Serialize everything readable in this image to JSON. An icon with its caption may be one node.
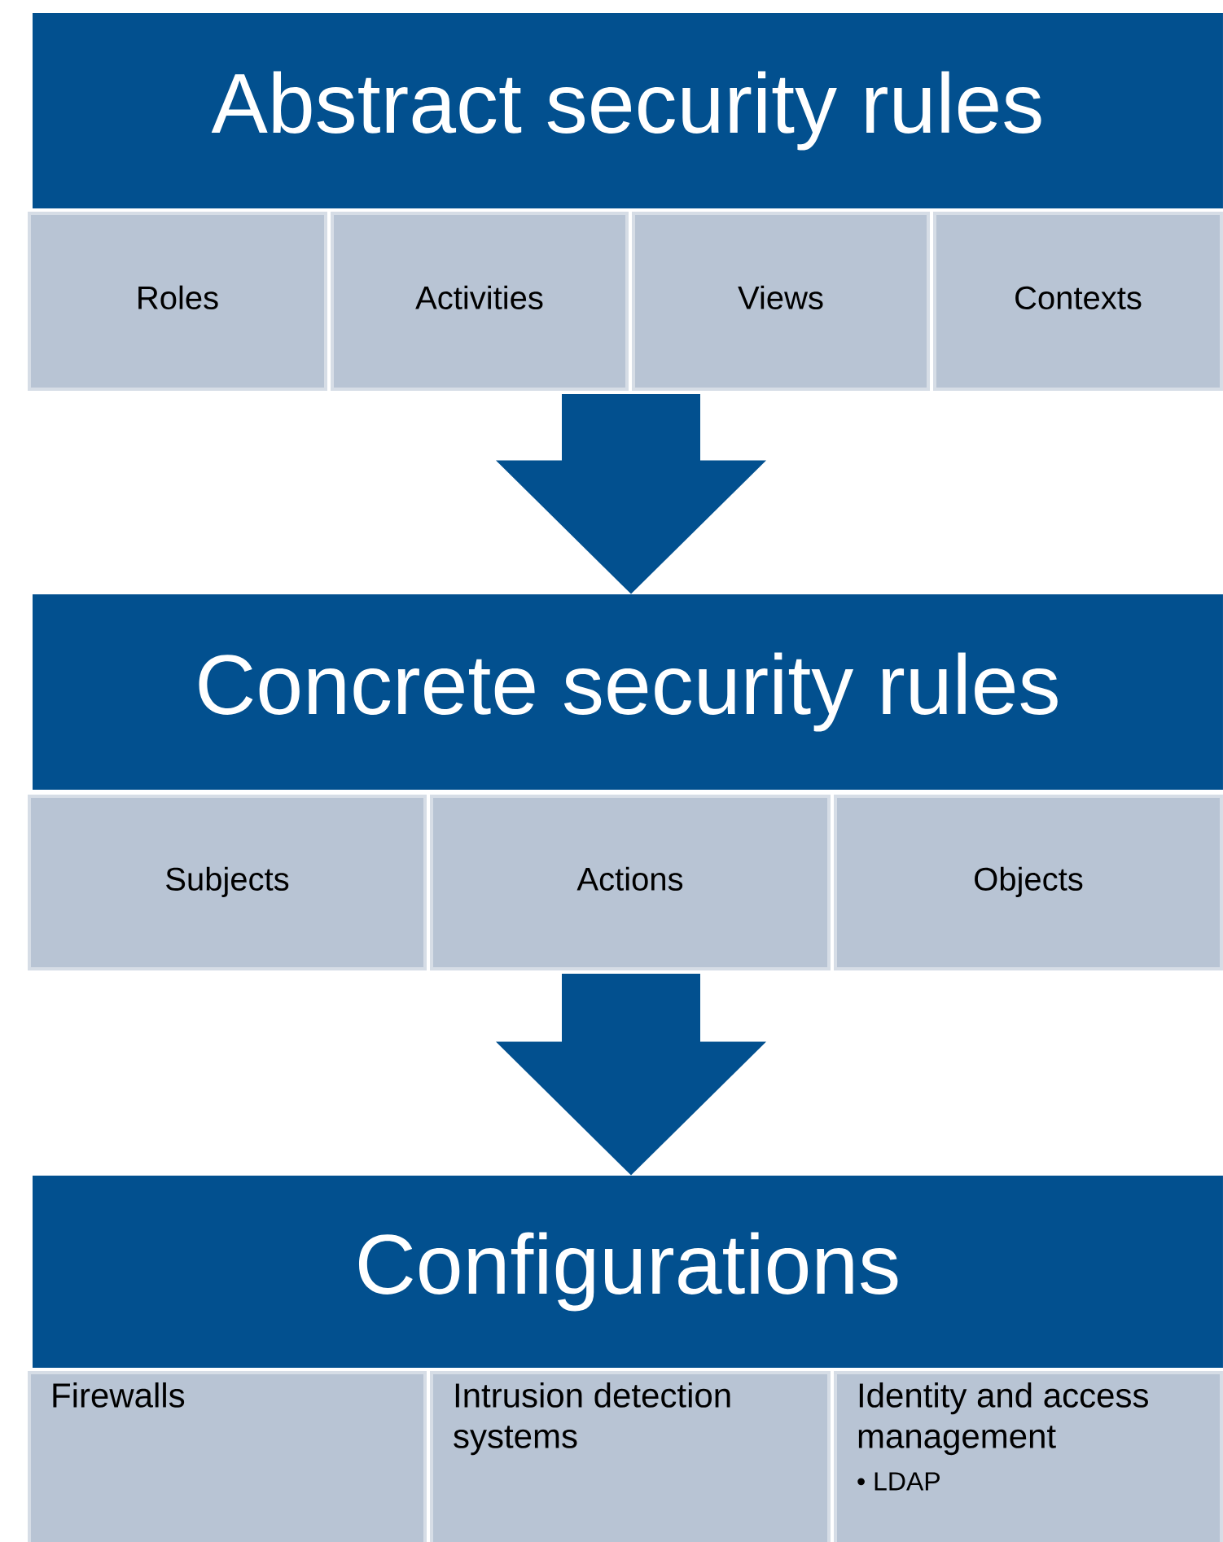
{
  "diagram": {
    "nodes": [
      {
        "text": [
          "Abstract security rules"
        ]
      },
      {
        "text": [
          "Roles"
        ]
      },
      {
        "text": [
          "Activities"
        ]
      },
      {
        "text": [
          "Views"
        ]
      },
      {
        "text": [
          "Contexts"
        ]
      },
      {
        "text": [
          "Concrete security rules"
        ]
      },
      {
        "text": [
          "Subjects"
        ]
      },
      {
        "text": [
          "Actions"
        ]
      },
      {
        "text": [
          "Objects"
        ]
      },
      {
        "text": [
          "Configurations"
        ]
      },
      {
        "text": [
          "Firewalls"
        ]
      },
      {
        "text": [
          "Intrusion detection systems"
        ]
      },
      {
        "text": [
          "Identity and access management",
          "• LDAP"
        ]
      }
    ],
    "edges": [
      {
        "from": 2,
        "to": 5,
        "arrow": "to"
      },
      {
        "from": 7,
        "to": 9,
        "arrow": "to"
      }
    ]
  }
}
